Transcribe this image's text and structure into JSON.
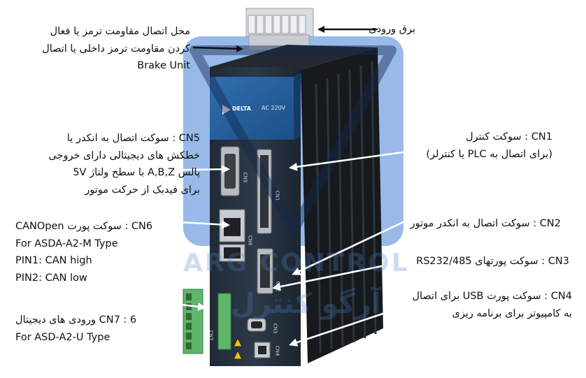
{
  "watermark": {
    "brand_latin": "ARG CONTROL",
    "brand_persian": "آرگو کنترل"
  },
  "device": {
    "model_label": "AC 220V",
    "brand_label": "DELTA",
    "port_labels": [
      "CN5",
      "CN1",
      "CN6",
      "CN2",
      "CN3",
      "CN7",
      "CN4"
    ]
  },
  "callouts": {
    "power": {
      "lines": [
        "برق ورودی"
      ]
    },
    "brake": {
      "lines": [
        "محل اتصال مقاومت ترمز یا فعال",
        "کردن مقاومت ترمز داخلی یا اتصال",
        "Brake Unit"
      ]
    },
    "cn5": {
      "lines": [
        "CN5 : سوکت اتصال به انکدر یا",
        "خطکش های دیجیتالی دارای خروجی",
        "پالس A,B,Z با سطح ولتاژ 5V",
        "برای فیدبک از حرکت موتور"
      ]
    },
    "cn6": {
      "lines": [
        "CN6 : سوکت پورت CANOpen",
        "For ASDA-A2-M Type",
        "PIN1: CAN high",
        "PIN2: CAN low"
      ]
    },
    "cn7": {
      "lines": [
        "CN7 : 6 ورودی های دیجیتال",
        "For ASD-A2-U Type"
      ]
    },
    "cn1": {
      "lines": [
        "CN1 : سوکت کنترل",
        "(برای اتصال به PLC یا کنترلر)"
      ]
    },
    "cn2": {
      "lines": [
        "CN2 : سوکت اتصال به انکدر موتور"
      ]
    },
    "cn3": {
      "lines": [
        "CN3 : سوکت پورتهای RS232/485"
      ]
    },
    "cn4": {
      "lines": [
        "CN4 : سوکت پورت USB برای اتصال",
        "به کامپیوتر برای برنامه ریزی"
      ]
    }
  }
}
